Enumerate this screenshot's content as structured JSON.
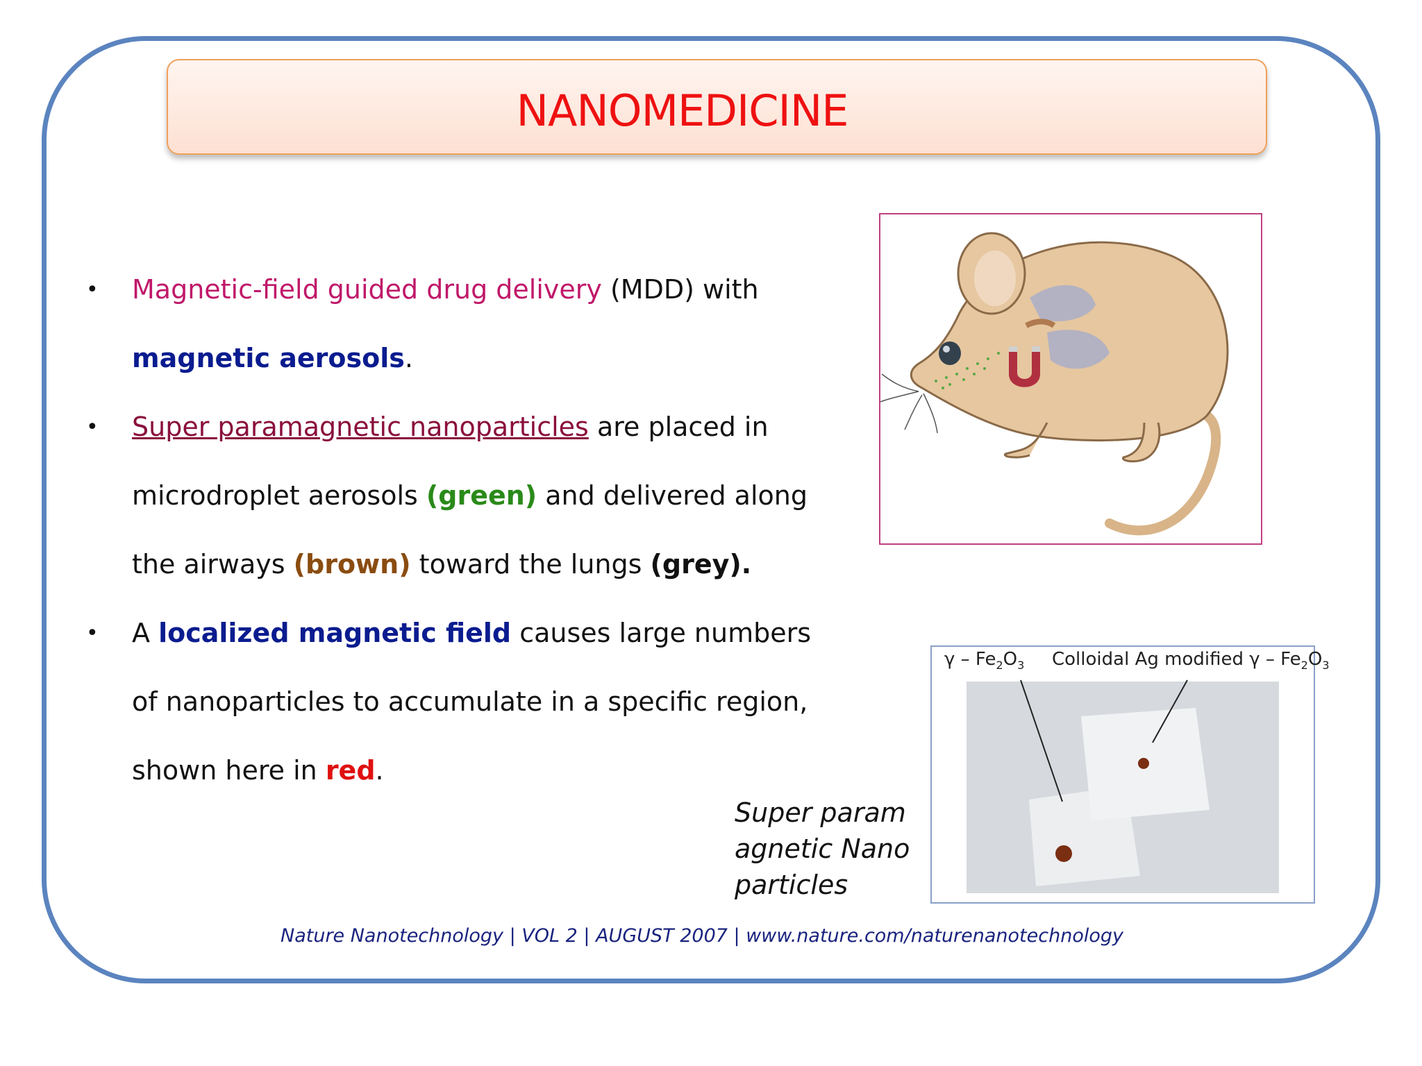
{
  "slide": {
    "title": "NANOMEDICINE",
    "bullets": [
      {
        "segments": [
          {
            "text": "Magnetic-field guided drug delivery",
            "style": "pink"
          },
          {
            "text": " (MDD) with",
            "style": "plain"
          },
          {
            "text": "magnetic aerosols",
            "style": "navy"
          },
          {
            "text": ".",
            "style": "plain"
          }
        ]
      },
      {
        "segments": [
          {
            "text": "Super paramagnetic nanoparticles",
            "style": "maroon-underline"
          },
          {
            "text": " are placed in microdroplet aerosols ",
            "style": "plain"
          },
          {
            "text": "(green)",
            "style": "green"
          },
          {
            "text": " and delivered along the airways ",
            "style": "plain"
          },
          {
            "text": "(brown)",
            "style": "brown"
          },
          {
            "text": " toward the lungs ",
            "style": "plain"
          },
          {
            "text": "(grey).",
            "style": "bold"
          }
        ]
      },
      {
        "segments": [
          {
            "text": "A ",
            "style": "plain"
          },
          {
            "text": "localized magnetic field",
            "style": "navy"
          },
          {
            "text": " causes large numbers of nanoparticles to accumulate in a specific region, shown here in ",
            "style": "plain"
          },
          {
            "text": "red",
            "style": "red"
          },
          {
            "text": ".",
            "style": "plain"
          }
        ]
      }
    ],
    "photo_labels": {
      "left_prefix": "γ – Fe",
      "left_sub1": "2",
      "left_mid": "O",
      "left_sub2": "3",
      "right_prefix": "Colloidal Ag modified γ – Fe",
      "right_sub1": "2",
      "right_mid": "O",
      "right_sub2": "3"
    },
    "caption": "Super paramagnetic Nanoparticles",
    "footer": "Nature Nanotechnology | VOL 2 | AUGUST 2007 | www.nature.com/naturenanotechnology",
    "colors": {
      "frame": "#5b84bf",
      "title": "#ee1111",
      "pink": "#c0186a",
      "navy": "#0a1c8f",
      "green": "#2a8a1a",
      "brown": "#8a4c10",
      "red": "#e01010"
    }
  }
}
